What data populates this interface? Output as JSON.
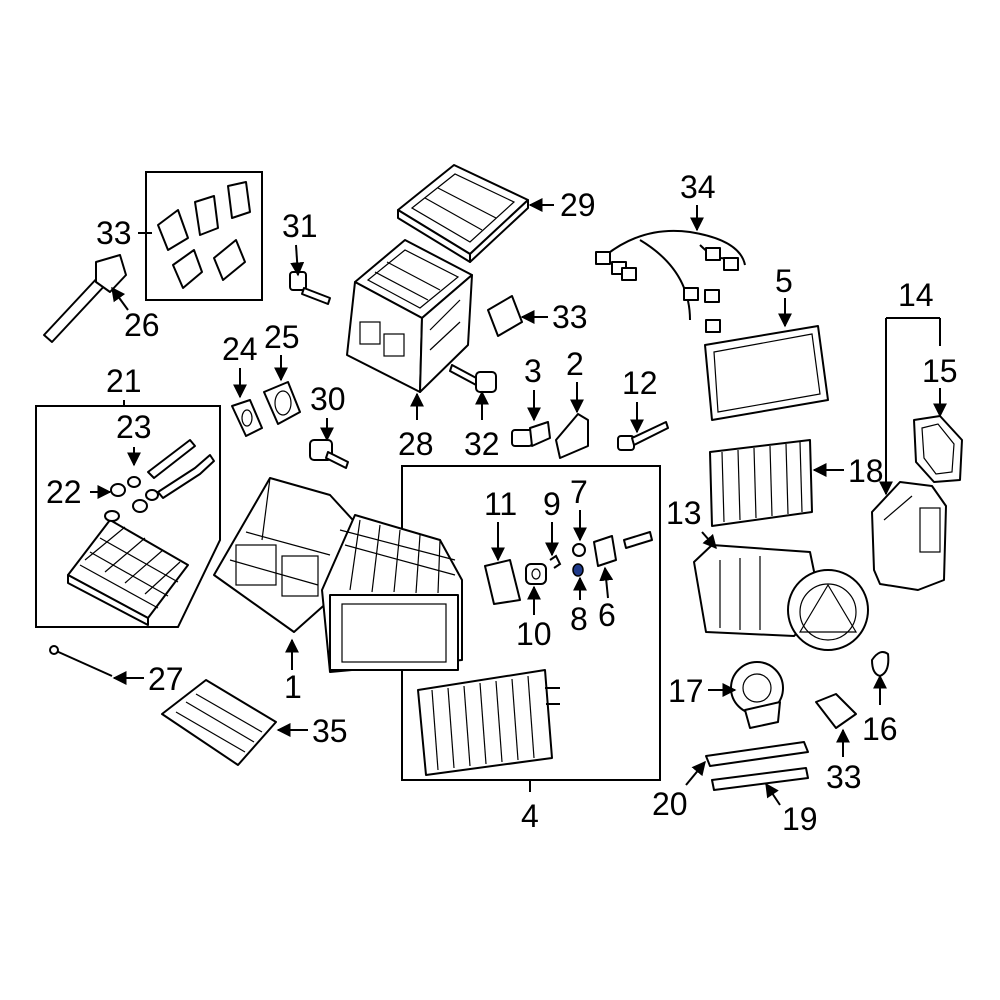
{
  "diagram": {
    "callouts": {
      "c1": "1",
      "c2": "2",
      "c3": "3",
      "c4": "4",
      "c5": "5",
      "c6": "6",
      "c7": "7",
      "c8": "8",
      "c9": "9",
      "c10": "10",
      "c11": "11",
      "c12": "12",
      "c13": "13",
      "c14": "14",
      "c15": "15",
      "c16": "16",
      "c17": "17",
      "c18": "18",
      "c19": "19",
      "c20": "20",
      "c21": "21",
      "c22": "22",
      "c23": "23",
      "c24": "24",
      "c25": "25",
      "c26": "26",
      "c27": "27",
      "c28": "28",
      "c29": "29",
      "c30": "30",
      "c31": "31",
      "c32": "32",
      "c33a": "33",
      "c33b": "33",
      "c33c": "33",
      "c34": "34",
      "c35": "35"
    },
    "highlight_color": "#1f3a8a"
  }
}
